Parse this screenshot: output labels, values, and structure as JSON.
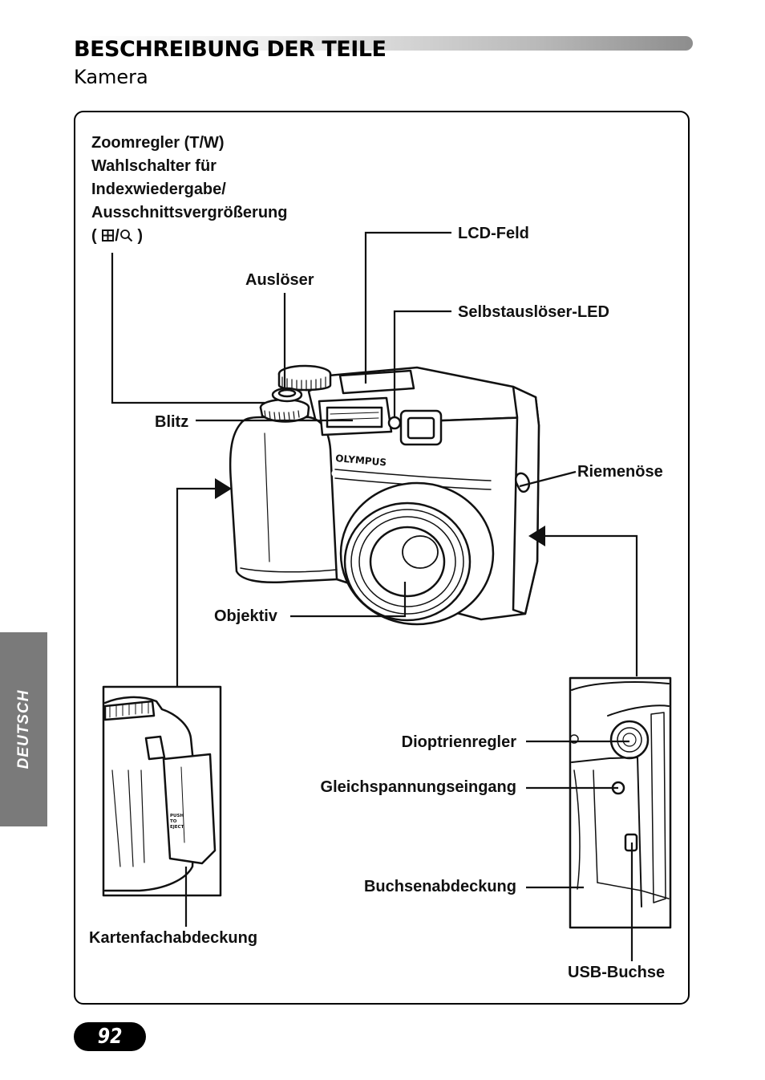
{
  "header": {
    "title": "BESCHREIBUNG DER TEILE",
    "subtitle": "Kamera"
  },
  "side_tab": {
    "label": "DEUTSCH"
  },
  "page_number": "92",
  "labels": {
    "zoom_line1": "Zoomregler (T/W)",
    "zoom_line2": "Wahlschalter für",
    "zoom_line3": "Indexwiedergabe/",
    "zoom_line4": "Ausschnittsvergrößerung",
    "zoom_line5_open": "(",
    "zoom_line5_sep": "/",
    "zoom_line5_close": ")",
    "lcd": "LCD-Feld",
    "shutter": "Auslöser",
    "self_timer": "Selbstauslöser-LED",
    "flash": "Blitz",
    "strap": "Riemenöse",
    "lens": "Objektiv",
    "diopter": "Dioptrienregler",
    "dc_in": "Gleichspannungseingang",
    "connector_cover": "Buchsenabdeckung",
    "usb": "USB-Buchse",
    "card_cover": "Kartenfachabdeckung"
  },
  "camera": {
    "brand_label": "OLYMPUS",
    "card_cover_text": [
      "PUSH",
      "TO",
      "EJECT"
    ]
  },
  "icons": {
    "index_playback": "index-grid-icon",
    "magnify": "magnifier-icon"
  },
  "colors": {
    "side_tab": "#7a7a7a",
    "ink": "#111111"
  }
}
